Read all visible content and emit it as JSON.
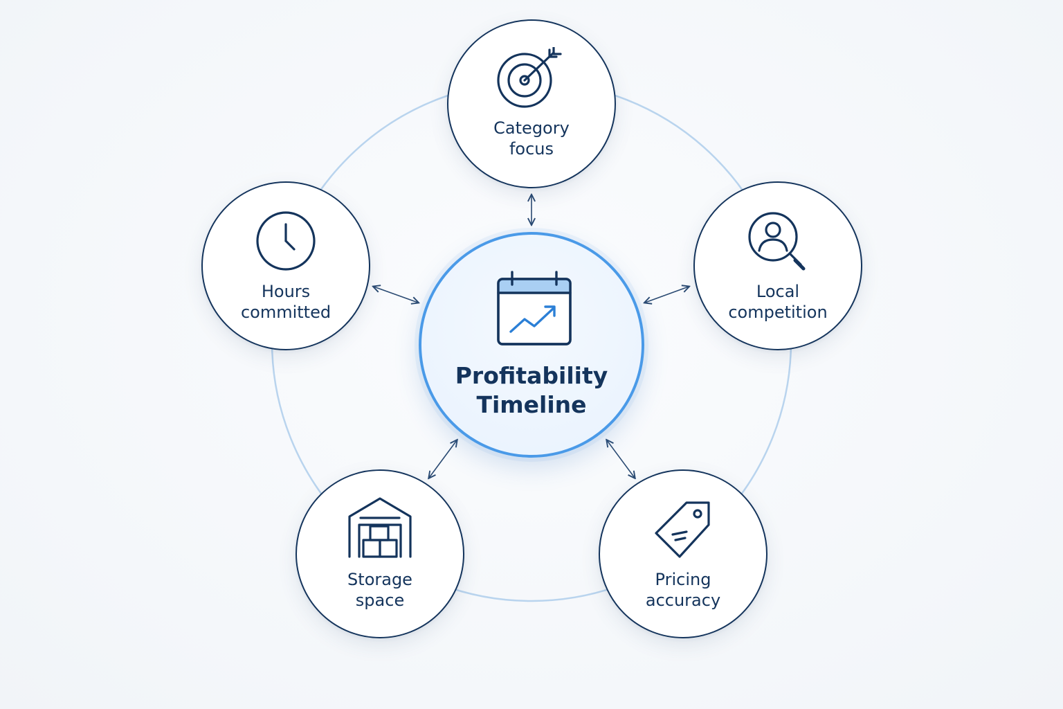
{
  "center": {
    "title": "Profitability\nTimeline",
    "icon": "calendar-trend-icon"
  },
  "factors": [
    {
      "id": "category-focus",
      "label": "Category\nfocus",
      "icon": "target-icon"
    },
    {
      "id": "local-competition",
      "label": "Local\ncompetition",
      "icon": "user-search-icon"
    },
    {
      "id": "pricing-accuracy",
      "label": "Pricing\naccuracy",
      "icon": "price-tag-icon"
    },
    {
      "id": "storage-space",
      "label": "Storage\nspace",
      "icon": "warehouse-icon"
    },
    {
      "id": "hours-committed",
      "label": "Hours\ncommitted",
      "icon": "clock-icon"
    }
  ],
  "colors": {
    "navy": "#14345c",
    "accent": "#4a9ae8",
    "ring": "#b9d4ee",
    "background": "#f5f8fb"
  }
}
